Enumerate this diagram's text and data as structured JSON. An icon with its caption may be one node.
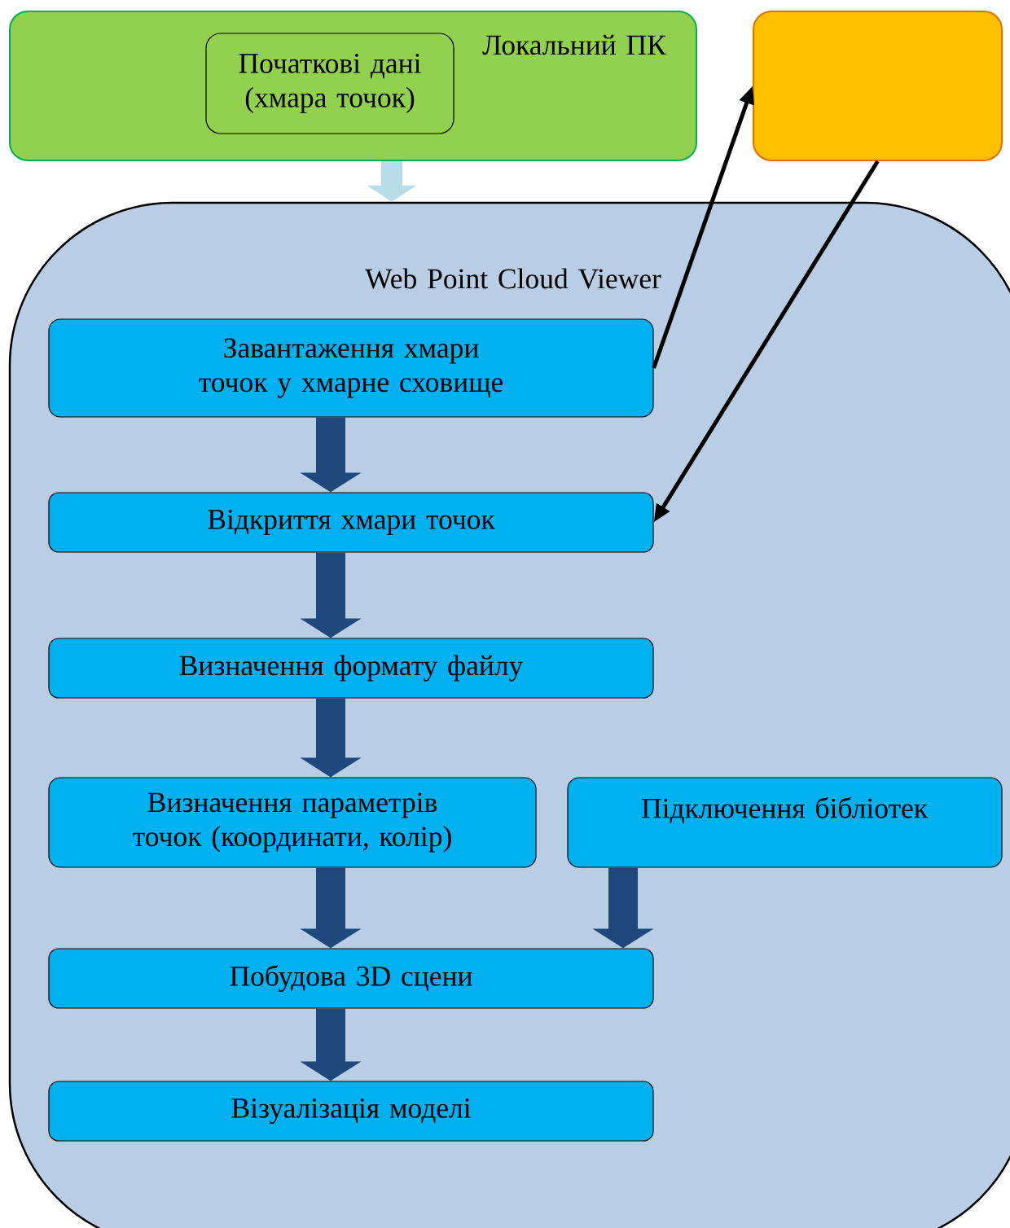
{
  "diagram": {
    "nodes": [
      {
        "text": [
          "Локальний ПК"
        ]
      },
      {
        "text": [
          "Початкові дані (хмара точок)"
        ],
        "in": 0
      },
      {
        "text": [],
        "shape": "box"
      },
      {
        "text": [
          "Web Point Cloud Viewer"
        ]
      },
      {
        "text": [
          "Завантаження хмари точок у хмарне сховище"
        ],
        "in": 3
      },
      {
        "text": [
          "Відкриття хмари точок"
        ],
        "in": 3
      },
      {
        "text": [
          "Визначення формату файлу"
        ],
        "in": 3
      },
      {
        "text": [
          "Визначення параметрів точок (координати, колір)"
        ],
        "in": 3
      },
      {
        "text": [
          "Підключення бібліотек"
        ],
        "in": 3
      },
      {
        "text": [
          "Побудова 3D сцени"
        ],
        "in": 3
      },
      {
        "text": [
          "Візуалізація моделі"
        ],
        "in": 3
      }
    ],
    "edges": [
      {
        "from": 0,
        "to": 3,
        "arrow": "to",
        "color": "#b7dde8"
      },
      {
        "from": 4,
        "to": 2,
        "arrow": "to",
        "color": "#000000"
      },
      {
        "from": 2,
        "to": 5,
        "arrow": "to",
        "color": "#000000"
      },
      {
        "from": 4,
        "to": 5,
        "arrow": "to"
      },
      {
        "from": 5,
        "to": 6,
        "arrow": "to"
      },
      {
        "from": 6,
        "to": 7,
        "arrow": "to"
      },
      {
        "from": 7,
        "to": 9,
        "arrow": "to"
      },
      {
        "from": 8,
        "to": 9,
        "arrow": "to"
      },
      {
        "from": 9,
        "to": 10,
        "arrow": "to"
      }
    ]
  }
}
